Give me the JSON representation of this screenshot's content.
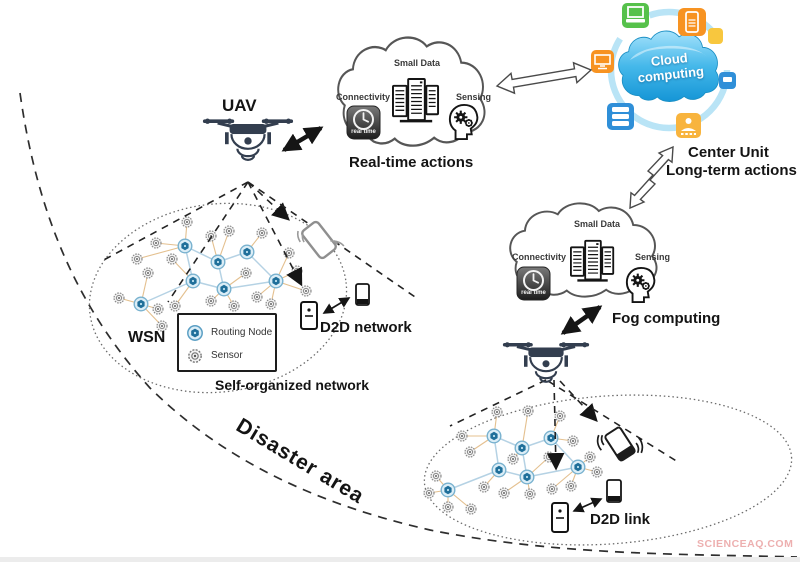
{
  "labels": {
    "uav": "UAV",
    "real_time_actions": "Real-time actions",
    "center_unit": "Center Unit",
    "long_term_actions": "Long-term actions",
    "fog_computing": "Fog computing",
    "cloud_line1": "Cloud",
    "cloud_line2": "computing",
    "wsn": "WSN",
    "self_organized": "Self-organized network",
    "d2d_network": "D2D network",
    "d2d_link": "D2D link",
    "disaster_area": "Disaster area",
    "watermark": "SCIENCEAQ.COM"
  },
  "cloud1": {
    "small_data": "Small Data",
    "connectivity": "Connectivity",
    "sensing": "Sensing",
    "real_time": "real time"
  },
  "cloud2": {
    "small_data": "Small Data",
    "connectivity": "Connectivity",
    "sensing": "Sensing",
    "real_time": "real time"
  },
  "legend": {
    "routing_node": "Routing Node",
    "sensor": "Sensor"
  },
  "colors": {
    "routing_node": "#1f6f9a",
    "routing_ring": "#79b2cf",
    "routing_fill": "#dceef7",
    "sensor_ring": "#8a8a8a",
    "sensor_fill": "#f2f2f2",
    "routing_link": "#b5d2e4",
    "sensor_link": "#e4c08f",
    "cloud_blue": "#29abe2",
    "tile_orange": "#f79322",
    "tile_green": "#56c14b",
    "tile_yellow": "#f8b43e",
    "tile_blue": "#2f8fd8",
    "watermark_pink": "#eaa2a2"
  },
  "wsn1": {
    "routing": [
      [
        185,
        246
      ],
      [
        218,
        262
      ],
      [
        247,
        252
      ],
      [
        193,
        281
      ],
      [
        224,
        289
      ],
      [
        276,
        281
      ],
      [
        141,
        304
      ]
    ],
    "routing_links": [
      [
        0,
        1
      ],
      [
        1,
        2
      ],
      [
        1,
        4
      ],
      [
        3,
        4
      ],
      [
        4,
        5
      ],
      [
        0,
        3
      ],
      [
        3,
        6
      ],
      [
        2,
        5
      ]
    ],
    "sensors": [
      [
        187,
        222,
        0
      ],
      [
        211,
        236,
        1
      ],
      [
        156,
        243,
        0
      ],
      [
        172,
        259,
        3
      ],
      [
        148,
        273,
        6
      ],
      [
        119,
        298,
        6
      ],
      [
        158,
        309,
        6
      ],
      [
        175,
        306,
        3
      ],
      [
        162,
        326,
        6
      ],
      [
        229,
        231,
        1
      ],
      [
        262,
        233,
        2
      ],
      [
        289,
        253,
        5
      ],
      [
        297,
        271,
        5
      ],
      [
        246,
        273,
        4
      ],
      [
        257,
        297,
        5
      ],
      [
        234,
        306,
        4
      ],
      [
        211,
        301,
        4
      ],
      [
        271,
        304,
        5
      ],
      [
        306,
        291,
        5
      ],
      [
        137,
        259,
        0
      ]
    ]
  },
  "wsn2": {
    "routing": [
      [
        494,
        436
      ],
      [
        522,
        448
      ],
      [
        551,
        438
      ],
      [
        499,
        470
      ],
      [
        527,
        477
      ],
      [
        578,
        467
      ],
      [
        448,
        490
      ]
    ],
    "routing_links": [
      [
        0,
        1
      ],
      [
        1,
        2
      ],
      [
        1,
        4
      ],
      [
        3,
        4
      ],
      [
        4,
        5
      ],
      [
        0,
        3
      ],
      [
        3,
        6
      ],
      [
        2,
        5
      ]
    ],
    "sensors": [
      [
        497,
        412,
        0
      ],
      [
        528,
        411,
        1
      ],
      [
        560,
        416,
        2
      ],
      [
        573,
        441,
        2
      ],
      [
        590,
        457,
        5
      ],
      [
        549,
        457,
        4
      ],
      [
        513,
        459,
        1
      ],
      [
        470,
        452,
        0
      ],
      [
        462,
        436,
        0
      ],
      [
        436,
        476,
        6
      ],
      [
        429,
        493,
        6
      ],
      [
        448,
        507,
        6
      ],
      [
        471,
        509,
        6
      ],
      [
        484,
        487,
        3
      ],
      [
        504,
        493,
        4
      ],
      [
        530,
        494,
        4
      ],
      [
        552,
        489,
        5
      ],
      [
        571,
        486,
        5
      ],
      [
        597,
        472,
        5
      ]
    ]
  }
}
